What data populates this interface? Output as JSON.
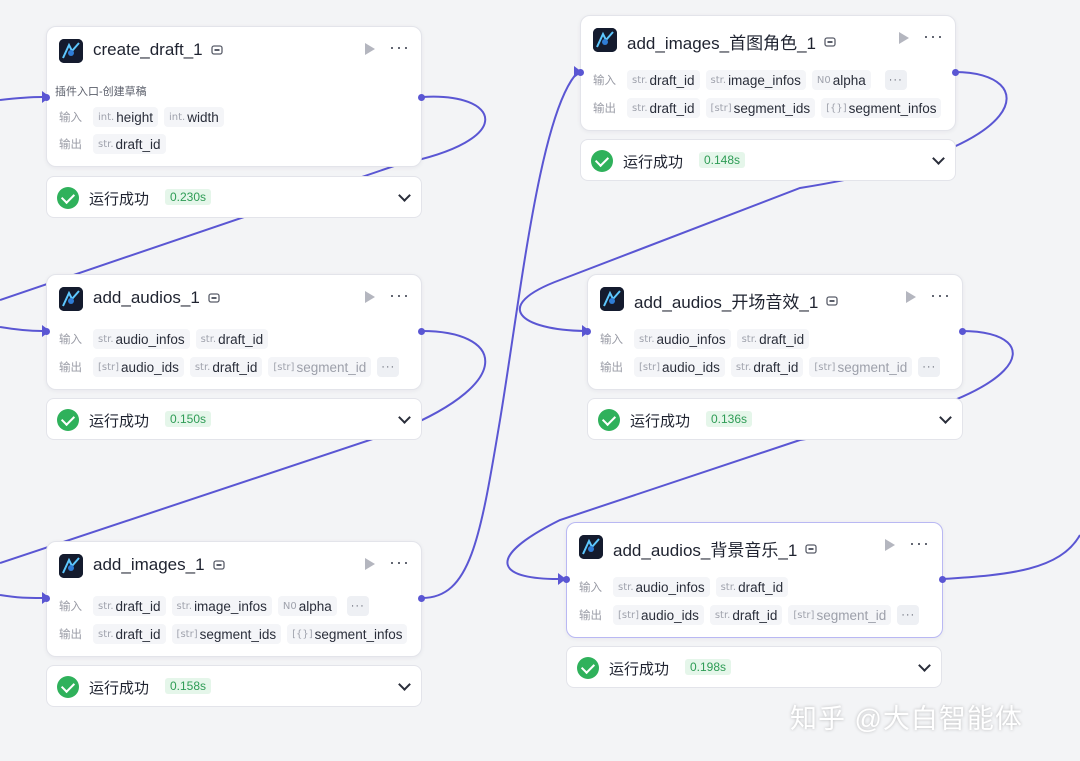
{
  "colors": {
    "wire": "#5a56d3",
    "success": "#2fb15b",
    "success_bg": "#e5f6ea"
  },
  "icons": {
    "node": "plugin-logo-icon",
    "tag": "tag-icon",
    "run": "play-icon",
    "more": "more-icon",
    "status": "check-circle-icon",
    "expand": "chevron-down-icon"
  },
  "labels": {
    "input": "输入",
    "output": "输出",
    "status": "运行成功",
    "more": "···",
    "overflow": "···"
  },
  "nodes": [
    {
      "title": "create_draft_1",
      "description": "插件入口-创建草稿",
      "inputs": [
        {
          "type": "int.",
          "name": "height"
        },
        {
          "type": "int.",
          "name": "width"
        }
      ],
      "outputs": [
        {
          "type": "str.",
          "name": "draft_id"
        }
      ],
      "status": {
        "text": "运行成功",
        "time": "0.230s"
      }
    },
    {
      "title": "add_audios_1",
      "inputs": [
        {
          "type": "str.",
          "name": "audio_infos"
        },
        {
          "type": "str.",
          "name": "draft_id"
        }
      ],
      "outputs": [
        {
          "type": "[str]",
          "name": "audio_ids"
        },
        {
          "type": "str.",
          "name": "draft_id"
        },
        {
          "type": "[str]",
          "name": "segment_id"
        }
      ],
      "status": {
        "text": "运行成功",
        "time": "0.150s"
      }
    },
    {
      "title": "add_images_1",
      "inputs": [
        {
          "type": "str.",
          "name": "draft_id"
        },
        {
          "type": "str.",
          "name": "image_infos"
        },
        {
          "type": "N0",
          "name": "alpha"
        }
      ],
      "outputs": [
        {
          "type": "str.",
          "name": "draft_id"
        },
        {
          "type": "[str]",
          "name": "segment_ids"
        },
        {
          "type": "[{}]",
          "name": "segment_infos"
        }
      ],
      "status": {
        "text": "运行成功",
        "time": "0.158s"
      }
    },
    {
      "title": "add_images_首图角色_1",
      "inputs": [
        {
          "type": "str.",
          "name": "draft_id"
        },
        {
          "type": "str.",
          "name": "image_infos"
        },
        {
          "type": "N0",
          "name": "alpha"
        }
      ],
      "outputs": [
        {
          "type": "str.",
          "name": "draft_id"
        },
        {
          "type": "[str]",
          "name": "segment_ids"
        },
        {
          "type": "[{}]",
          "name": "segment_infos"
        }
      ],
      "status": {
        "text": "运行成功",
        "time": "0.148s"
      }
    },
    {
      "title": "add_audios_开场音效_1",
      "inputs": [
        {
          "type": "str.",
          "name": "audio_infos"
        },
        {
          "type": "str.",
          "name": "draft_id"
        }
      ],
      "outputs": [
        {
          "type": "[str]",
          "name": "audio_ids"
        },
        {
          "type": "str.",
          "name": "draft_id"
        },
        {
          "type": "[str]",
          "name": "segment_id"
        }
      ],
      "status": {
        "text": "运行成功",
        "time": "0.136s"
      }
    },
    {
      "title": "add_audios_背景音乐_1",
      "inputs": [
        {
          "type": "str.",
          "name": "audio_infos"
        },
        {
          "type": "str.",
          "name": "draft_id"
        }
      ],
      "outputs": [
        {
          "type": "[str]",
          "name": "audio_ids"
        },
        {
          "type": "str.",
          "name": "draft_id"
        },
        {
          "type": "[str]",
          "name": "segment_id"
        }
      ],
      "status": {
        "text": "运行成功",
        "time": "0.198s"
      }
    }
  ],
  "watermark": "知乎 @大白智能体"
}
